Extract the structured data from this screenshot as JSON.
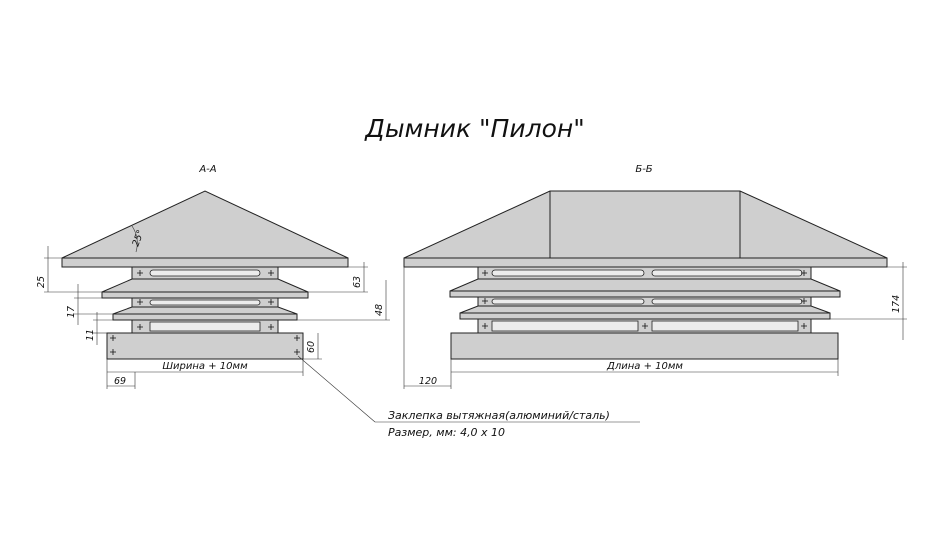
{
  "title": "Дымник \"Пилон\"",
  "section_a": "А-А",
  "section_b": "Б-Б",
  "dimensions": {
    "angle": "25°",
    "d25": "25",
    "d17": "17",
    "d11": "11",
    "d63": "63",
    "d48": "48",
    "d60": "60",
    "d69": "69",
    "width": "Ширина + 10мм",
    "d120": "120",
    "length": "Длина + 10мм",
    "d174": "174"
  },
  "rivet_note": {
    "line1": "Заклепка вытяжная(алюминий/сталь)",
    "line2": "Размер, мм: 4,0 х 10"
  },
  "colors": {
    "metal": "#cfcfcf",
    "line": "#222222"
  }
}
